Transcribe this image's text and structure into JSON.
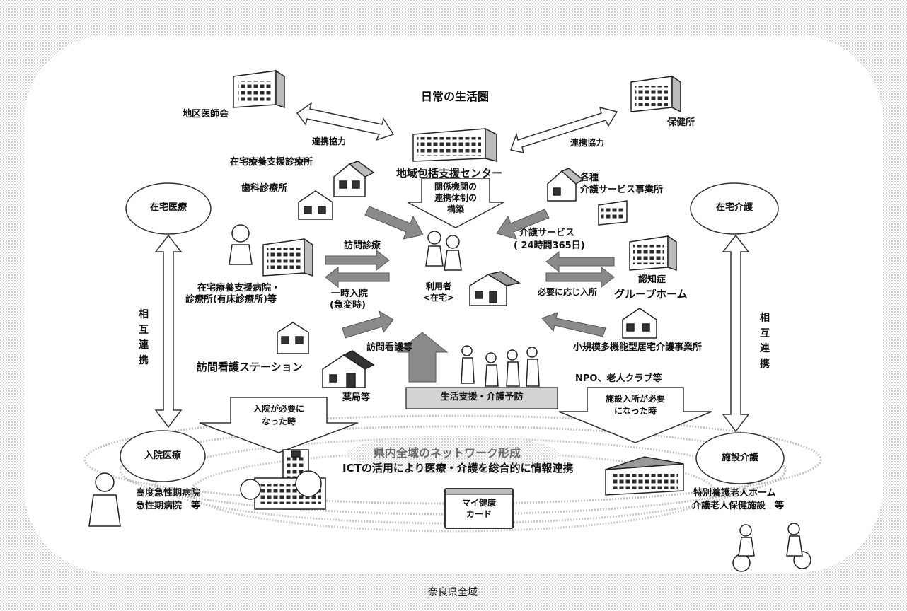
{
  "title": "日常の生活圏",
  "region_label": "奈良県全域",
  "center": {
    "hub": "地域包括支援センター",
    "hub_note_1": "関係機関の",
    "hub_note_2": "連携体制の",
    "hub_note_3": "構築",
    "user_1": "利用者",
    "user_2": "<在宅>"
  },
  "ovals": {
    "home_medical": "在宅医療",
    "home_care": "在宅介護",
    "inpatient": "入院医療",
    "facility_care": "施設介護"
  },
  "organizations": {
    "district_medical_assoc": "地区医師会",
    "health_center": "保健所",
    "home_care_clinic": "在宅療養支援診療所",
    "dental_clinic": "歯科診療所",
    "care_offices_1": "各種",
    "care_offices_2": "介護サービス事業所",
    "home_care_hospital_1": "在宅療養支援病院・",
    "home_care_hospital_2": "診療所(有床診療所)等",
    "group_home_1": "認知症",
    "group_home_2": "グループホーム",
    "nursing_station": "訪問看護ステーション",
    "pharmacy": "薬局等",
    "small_multi_1": "小規模多機能型居宅介護事業所",
    "npo": "NPO、老人クラブ等",
    "acute_hospital_1": "高度急性期病院",
    "acute_hospital_2": "急性期病院　等",
    "nursing_home_1": "特別養護老人ホーム",
    "nursing_home_2": "介護老人保健施設　等"
  },
  "arrows": {
    "coop_left": "連携協力",
    "coop_right": "連携協力",
    "home_visit": "訪問診療",
    "temp_admit_1": "一時入院",
    "temp_admit_2": "(急変時)",
    "care_service_1": "介護サービス",
    "care_service_2": "( 24時間365日)",
    "admission_as_needed": "必要に応じ入所",
    "visit_nursing": "訪問看護等",
    "mutual_left": "相互連携",
    "mutual_right": "相互連携",
    "admit_needed_1": "入院が必要に",
    "admit_needed_2": "なった時",
    "facility_needed_1": "施設入所が必要",
    "facility_needed_2": "になった時"
  },
  "support_bar": "生活支援・介護予防",
  "network": {
    "line1": "県内全域のネットワーク形成",
    "line2": "ICTの活用により医療・介護を総合的に情報連携"
  },
  "card": {
    "line1": "マイ健康",
    "line2": "カード"
  },
  "colors": {
    "frame_dots": "#bdbdbd",
    "arrow_grey": "#8a8a8a",
    "support_bar": "#d2d2d2",
    "network_text": "#6b6b6b"
  }
}
